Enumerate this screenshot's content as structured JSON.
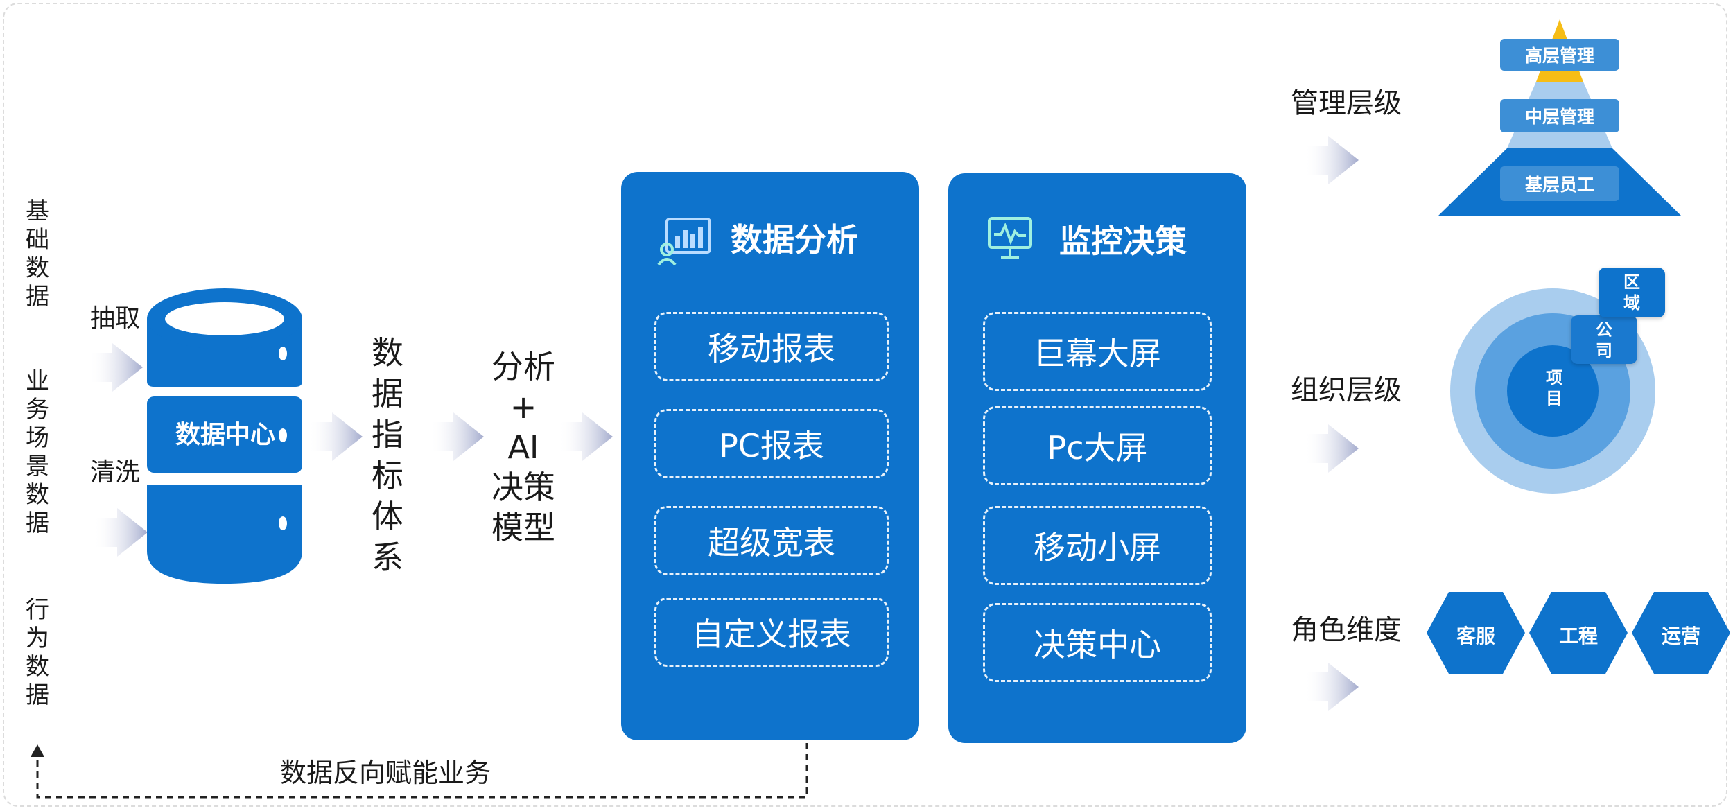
{
  "sources": {
    "basic": "基础数据",
    "scene": "业务场景数据",
    "behavior": "行为数据"
  },
  "ops": {
    "extract": "抽取",
    "clean": "清洗"
  },
  "data_center": "数据中心",
  "indicator_system": "数据指标体系",
  "ai_model": [
    "分析",
    "+",
    "AI",
    "决策",
    "模型"
  ],
  "analysis": {
    "title": "数据分析",
    "items": [
      "移动报表",
      "PC报表",
      "超级宽表",
      "自定义报表"
    ]
  },
  "monitor": {
    "title": "监控决策",
    "items": [
      "巨幕大屏",
      "Pc大屏",
      "移动小屏",
      "决策中心"
    ]
  },
  "feedback": "数据反向赋能业务",
  "management": {
    "label": "管理层级",
    "tiers": [
      "高层管理",
      "中层管理",
      "基层员工"
    ]
  },
  "organization": {
    "label": "组织层级",
    "region": "区域",
    "company": "公司",
    "project": "项目"
  },
  "roles": {
    "label": "角色维度",
    "items": [
      "客服",
      "工程",
      "运营"
    ]
  },
  "colors": {
    "primary": "#0e73cc",
    "mid_blue": "#3d8fd6",
    "light_blue": "#8fbde6",
    "pale_blue": "#a9cdee",
    "accent_yellow": "#f6bd16",
    "arrow_gray": "#b3b9d6"
  }
}
